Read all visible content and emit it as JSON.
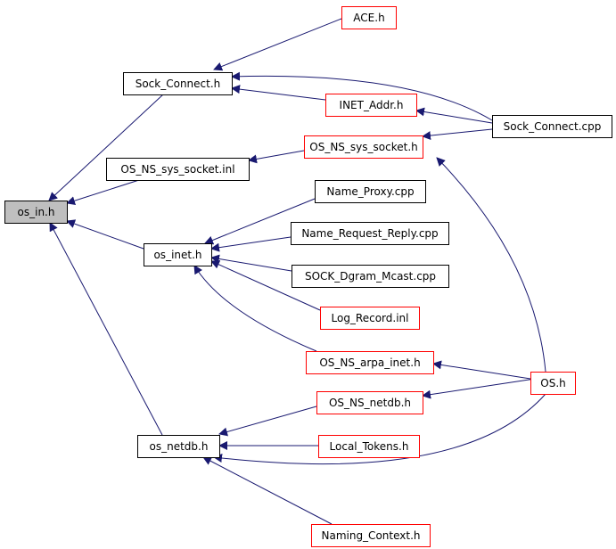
{
  "diagram": {
    "colors": {
      "edge": "#191970",
      "arrowhead": "#191970",
      "black_border": "#000000",
      "red_border": "#ff0000",
      "highlight_fill": "#bfbfbf",
      "node_fill": "#ffffff"
    },
    "nodes": [
      {
        "id": "os_in",
        "label": "os_in.h",
        "style": "highlight"
      },
      {
        "id": "ace",
        "label": "ACE.h",
        "style": "red"
      },
      {
        "id": "sock_connect",
        "label": "Sock_Connect.h",
        "style": "black"
      },
      {
        "id": "inet_addr",
        "label": "INET_Addr.h",
        "style": "red"
      },
      {
        "id": "sock_cpp",
        "label": "Sock_Connect.cpp",
        "style": "black"
      },
      {
        "id": "ns_sock_inl",
        "label": "OS_NS_sys_socket.inl",
        "style": "black"
      },
      {
        "id": "ns_sock_h",
        "label": "OS_NS_sys_socket.h",
        "style": "red"
      },
      {
        "id": "name_proxy",
        "label": "Name_Proxy.cpp",
        "style": "black"
      },
      {
        "id": "os_inet",
        "label": "os_inet.h",
        "style": "black"
      },
      {
        "id": "name_rr",
        "label": "Name_Request_Reply.cpp",
        "style": "black"
      },
      {
        "id": "dgram",
        "label": "SOCK_Dgram_Mcast.cpp",
        "style": "black"
      },
      {
        "id": "log_record",
        "label": "Log_Record.inl",
        "style": "red"
      },
      {
        "id": "arpa_inet",
        "label": "OS_NS_arpa_inet.h",
        "style": "red"
      },
      {
        "id": "os_h",
        "label": "OS.h",
        "style": "red"
      },
      {
        "id": "ns_netdb",
        "label": "OS_NS_netdb.h",
        "style": "red"
      },
      {
        "id": "os_netdb",
        "label": "os_netdb.h",
        "style": "black"
      },
      {
        "id": "local_tokens",
        "label": "Local_Tokens.h",
        "style": "red"
      },
      {
        "id": "naming_ctx",
        "label": "Naming_Context.h",
        "style": "red"
      }
    ],
    "edges": [
      {
        "from": "ace",
        "to": "sock_connect"
      },
      {
        "from": "inet_addr",
        "to": "sock_connect"
      },
      {
        "from": "sock_cpp",
        "to": "sock_connect"
      },
      {
        "from": "sock_cpp",
        "to": "inet_addr"
      },
      {
        "from": "sock_cpp",
        "to": "ns_sock_h"
      },
      {
        "from": "sock_connect",
        "to": "os_in"
      },
      {
        "from": "ns_sock_h",
        "to": "ns_sock_inl"
      },
      {
        "from": "ns_sock_inl",
        "to": "os_in"
      },
      {
        "from": "os_inet",
        "to": "os_in"
      },
      {
        "from": "os_netdb",
        "to": "os_in"
      },
      {
        "from": "name_proxy",
        "to": "os_inet"
      },
      {
        "from": "name_rr",
        "to": "os_inet"
      },
      {
        "from": "dgram",
        "to": "os_inet"
      },
      {
        "from": "log_record",
        "to": "os_inet"
      },
      {
        "from": "arpa_inet",
        "to": "os_inet"
      },
      {
        "from": "os_h",
        "to": "arpa_inet"
      },
      {
        "from": "os_h",
        "to": "ns_sock_h"
      },
      {
        "from": "os_h",
        "to": "ns_netdb"
      },
      {
        "from": "os_h",
        "to": "os_netdb"
      },
      {
        "from": "ns_netdb",
        "to": "os_netdb"
      },
      {
        "from": "local_tokens",
        "to": "os_netdb"
      },
      {
        "from": "naming_ctx",
        "to": "os_netdb"
      }
    ]
  }
}
